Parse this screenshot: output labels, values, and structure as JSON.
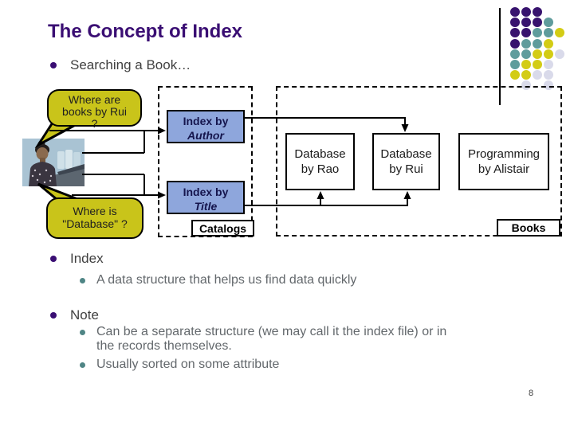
{
  "slide": {
    "title": "The Concept of Index",
    "page_number": "8"
  },
  "bullets": {
    "searching": "Searching a Book…",
    "index_label": "Index",
    "index_sub1": "A data structure that helps us find data quickly",
    "note_label": "Note",
    "note_sub1": "Can be a separate structure (we may call it the index file) or in the records themselves.",
    "note_sub2": "Usually sorted on some attribute"
  },
  "diagram": {
    "bubble_top": {
      "lines": [
        "Where are",
        "books by Rui",
        "?"
      ]
    },
    "bubble_bottom": {
      "lines": [
        "Where is",
        "\"Database\" ?"
      ]
    },
    "index_author": {
      "line1": "Index by",
      "line2": "Author"
    },
    "index_title": {
      "line1": "Index by",
      "line2": "Title"
    },
    "catalogs_label": "Catalogs",
    "books_label": "Books",
    "db_rao": {
      "line1": "Database",
      "line2": "by Rao"
    },
    "db_rui": {
      "line1": "Database",
      "line2": "by Rui"
    },
    "db_programming": {
      "line1": "Programming",
      "line2": "by Alistair"
    }
  },
  "colors": {
    "title_text": "#3a0e73",
    "bubble_fill": "#c9c41a",
    "index_box_fill": "#8ea6dc",
    "level1_bullet": "#3a0e73",
    "level2_bullet": "#4f8585",
    "body_text": "#404040",
    "sub_text": "#63686c"
  },
  "decoration": {
    "palette": {
      "P": "#38136e",
      "T": "#5f9c9c",
      "Y": "#d3cc15",
      "L": "#d9daea"
    },
    "dots": [
      {
        "r": 0,
        "c": 0,
        "k": "P"
      },
      {
        "r": 0,
        "c": 1,
        "k": "P"
      },
      {
        "r": 0,
        "c": 2,
        "k": "P"
      },
      {
        "r": 1,
        "c": 0,
        "k": "P"
      },
      {
        "r": 1,
        "c": 1,
        "k": "P"
      },
      {
        "r": 1,
        "c": 2,
        "k": "P"
      },
      {
        "r": 1,
        "c": 3,
        "k": "T"
      },
      {
        "r": 2,
        "c": 0,
        "k": "P"
      },
      {
        "r": 2,
        "c": 1,
        "k": "P"
      },
      {
        "r": 2,
        "c": 2,
        "k": "T"
      },
      {
        "r": 2,
        "c": 3,
        "k": "T"
      },
      {
        "r": 2,
        "c": 4,
        "k": "Y"
      },
      {
        "r": 3,
        "c": 0,
        "k": "P"
      },
      {
        "r": 3,
        "c": 1,
        "k": "T"
      },
      {
        "r": 3,
        "c": 2,
        "k": "T"
      },
      {
        "r": 3,
        "c": 3,
        "k": "Y"
      },
      {
        "r": 4,
        "c": 0,
        "k": "T"
      },
      {
        "r": 4,
        "c": 1,
        "k": "T"
      },
      {
        "r": 4,
        "c": 2,
        "k": "Y"
      },
      {
        "r": 4,
        "c": 3,
        "k": "Y"
      },
      {
        "r": 4,
        "c": 4,
        "k": "L"
      },
      {
        "r": 5,
        "c": 0,
        "k": "T"
      },
      {
        "r": 5,
        "c": 1,
        "k": "Y"
      },
      {
        "r": 5,
        "c": 2,
        "k": "Y"
      },
      {
        "r": 5,
        "c": 3,
        "k": "L"
      },
      {
        "r": 6,
        "c": 0,
        "k": "Y"
      },
      {
        "r": 6,
        "c": 1,
        "k": "Y"
      },
      {
        "r": 6,
        "c": 2,
        "k": "L"
      },
      {
        "r": 6,
        "c": 3,
        "k": "L"
      },
      {
        "r": 7,
        "c": 1,
        "k": "L"
      },
      {
        "r": 7,
        "c": 3,
        "k": "L"
      }
    ]
  }
}
